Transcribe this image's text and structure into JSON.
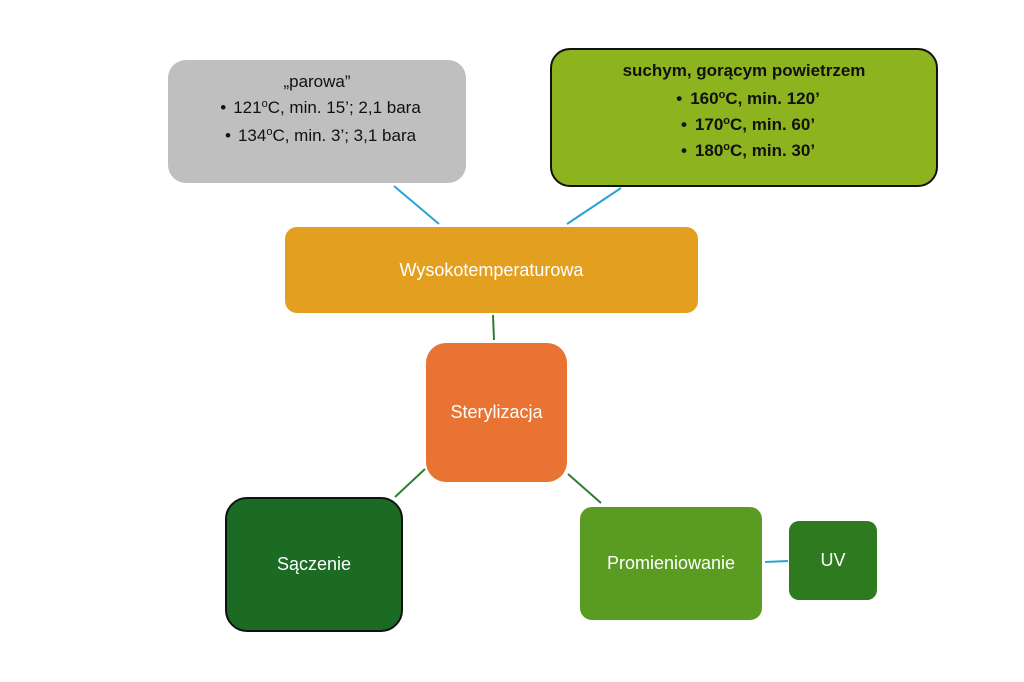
{
  "nodes": {
    "parowa": {
      "title": "„parowa”",
      "items": [
        "121oC, min. 15’; 2,1 bara",
        "134oC, min. 3’; 3,1 bara"
      ]
    },
    "suchym": {
      "title": "suchym, gorącym powietrzem",
      "items": [
        "160oC, min. 120’",
        "170oC, min. 60’",
        "180oC, min. 30’"
      ]
    },
    "wysokotemperaturowa": "Wysokotemperaturowa",
    "sterylizacja": "Sterylizacja",
    "saczenie": "Sączenie",
    "promieniowanie": "Promieniowanie",
    "uv": "UV"
  },
  "colors": {
    "connector_blue": "#2aa3d6",
    "connector_green": "#2e7d32"
  }
}
